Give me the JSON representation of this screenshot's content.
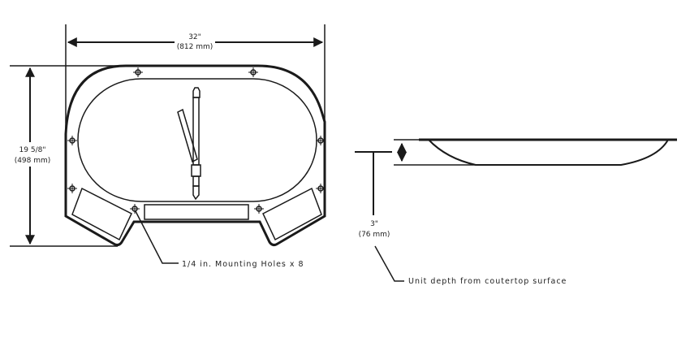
{
  "top_view": {
    "width_dim": {
      "imperial": "32\"",
      "metric": "(812 mm)"
    },
    "height_dim": {
      "imperial": "19 5/8\"",
      "metric": "(498 mm)"
    },
    "holes_note": "1/4 in. Mounting Holes x 8"
  },
  "side_view": {
    "depth_dim": {
      "imperial": "3\"",
      "metric": "(76 mm)"
    },
    "depth_note": "Unit depth from coutertop surface"
  },
  "colors": {
    "line": "#1a1a1a",
    "background": "#ffffff"
  }
}
